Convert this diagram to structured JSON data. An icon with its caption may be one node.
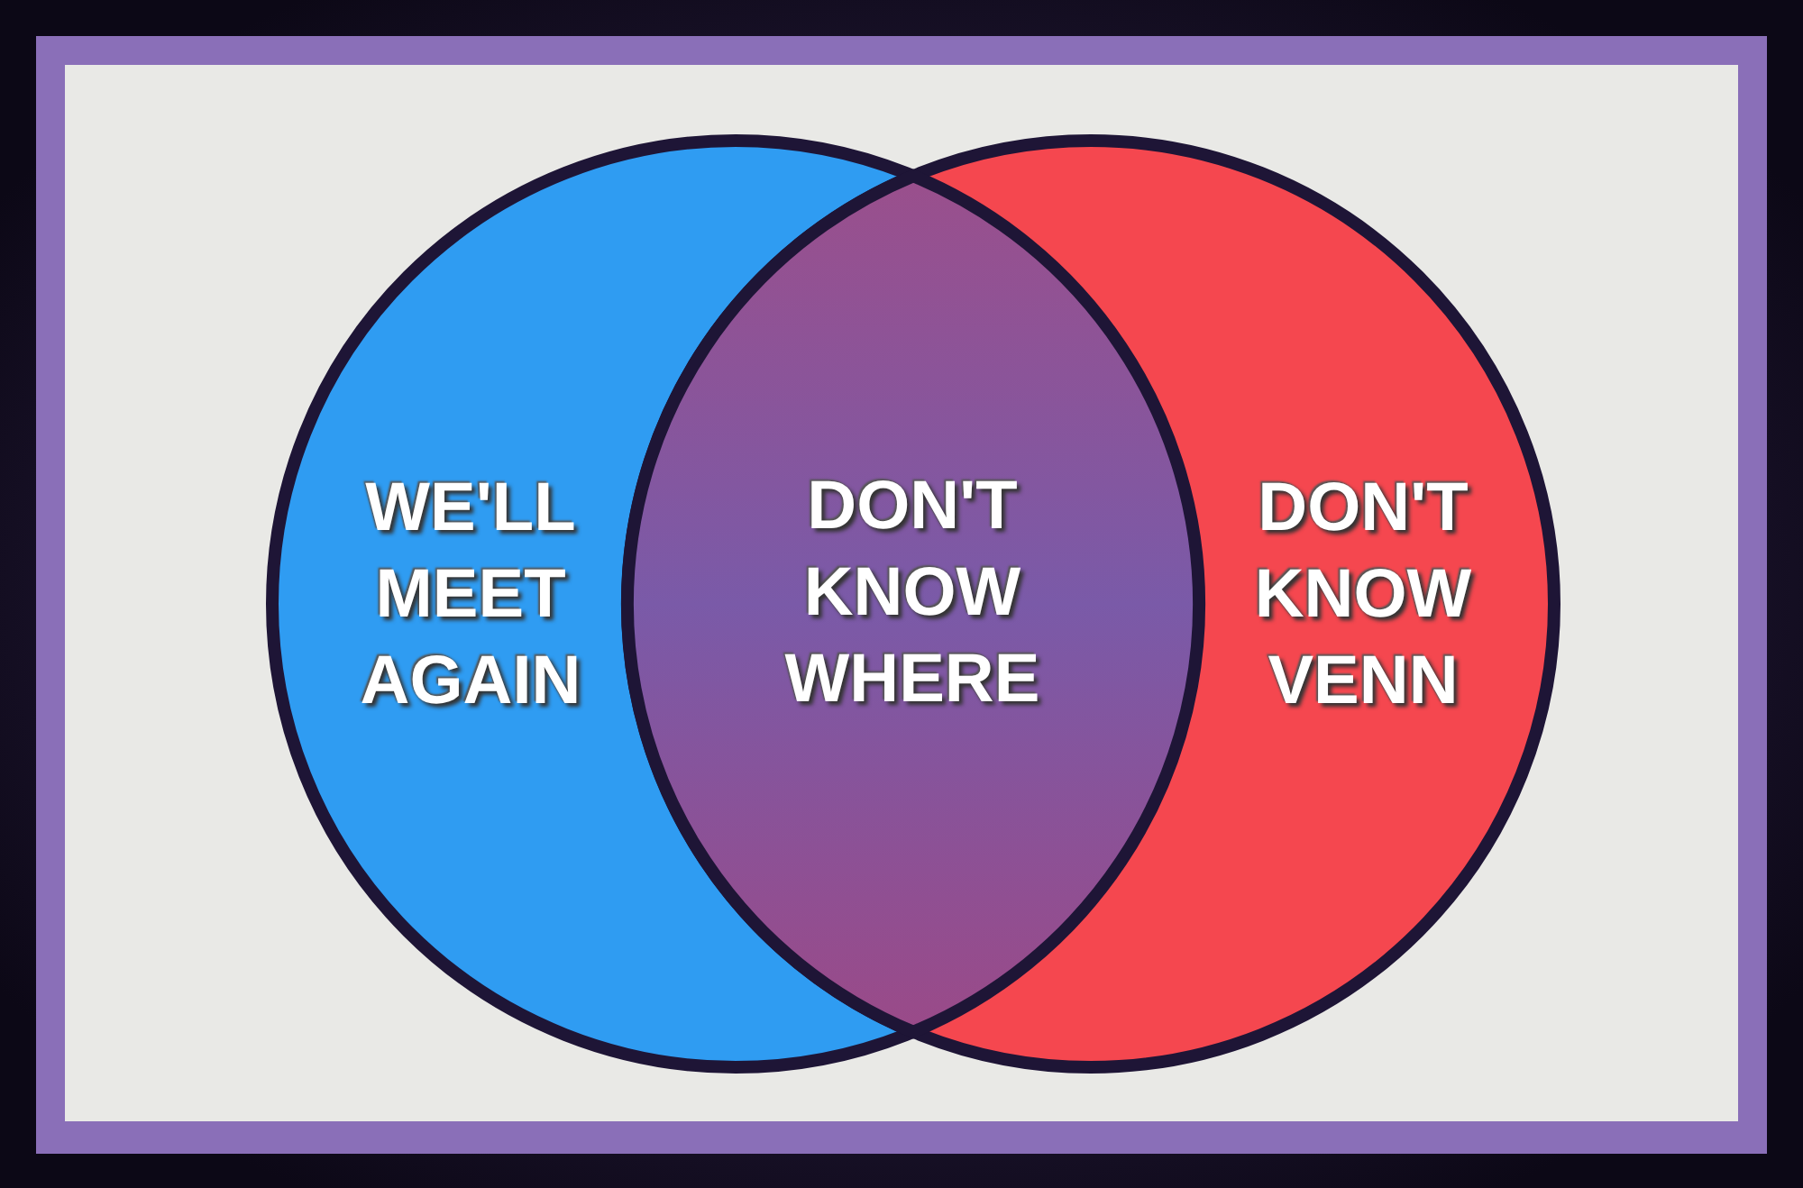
{
  "diagram": {
    "nodes": [
      {
        "text": [
          "WE'LL MEET AGAIN"
        ]
      },
      {
        "text": [
          "DON'T KNOW VENN"
        ]
      },
      {
        "text": [
          "DON'T KNOW WHERE"
        ]
      }
    ],
    "edges": []
  }
}
